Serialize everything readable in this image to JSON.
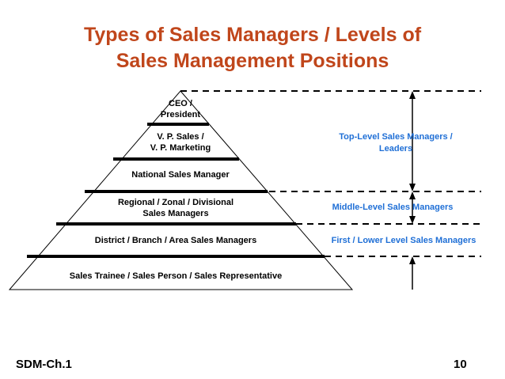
{
  "title": {
    "line1": "Types of Sales Managers / Levels of",
    "line2": "Sales Management Positions"
  },
  "pyramid_levels": [
    {
      "lines": [
        "CEO /",
        "President"
      ]
    },
    {
      "lines": [
        "V. P. Sales /",
        "V. P. Marketing"
      ]
    },
    {
      "lines": [
        "National Sales Manager"
      ]
    },
    {
      "lines": [
        "Regional / Zonal / Divisional",
        "Sales Managers"
      ]
    },
    {
      "lines": [
        "District / Branch / Area Sales Managers"
      ]
    },
    {
      "lines": [
        "Sales Trainee / Sales Person / Sales Representative"
      ]
    }
  ],
  "side_labels": {
    "top": [
      "Top-Level Sales Managers /",
      "Leaders"
    ],
    "middle": "Middle-Level Sales Managers",
    "lower": "First / Lower Level Sales Managers"
  },
  "footer": {
    "left": "SDM-Ch.1",
    "page_number": "10"
  },
  "colors": {
    "title": "#c0461b",
    "side_labels": "#1f6fd6",
    "lines": "#000000"
  }
}
